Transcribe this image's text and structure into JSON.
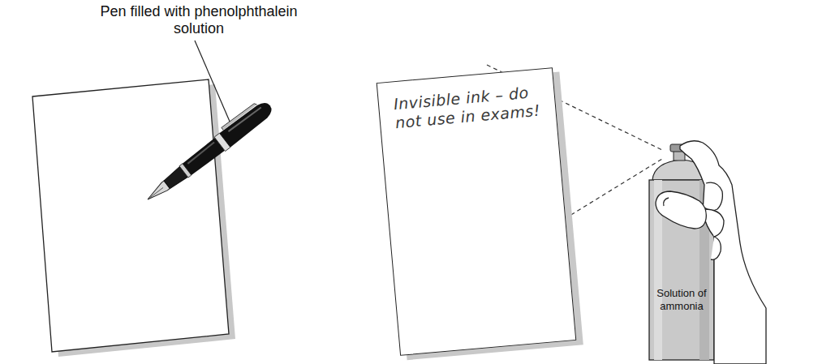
{
  "diagram": {
    "nodes": [
      {
        "text": [
          "Invisible ink – do not use in exams!"
        ]
      },
      {
        "text": [
          "Solution of ammonia"
        ]
      }
    ],
    "labels": [
      "Pen filled with phenolphthalein solution"
    ]
  }
}
